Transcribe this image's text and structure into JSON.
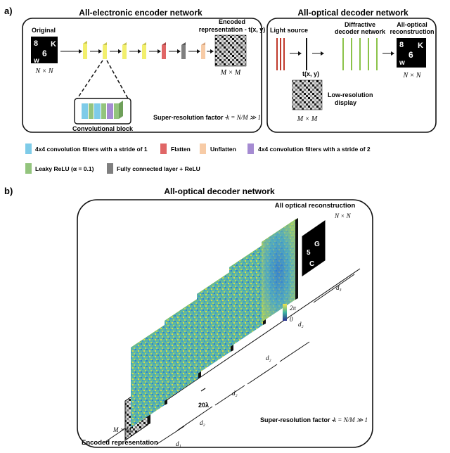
{
  "panel_a": {
    "label": "a)",
    "encoder": {
      "title": "All-electronic encoder network",
      "original_label": "Original",
      "original_dims": "N × N",
      "encoded_label_line1": "Encoded",
      "encoded_label_line2": "representation - t(x, y)",
      "encoded_dims": "M × M",
      "conv_block_label": "Convolutional block",
      "sr_factor_prefix": "Super-resolution factor - ",
      "sr_factor_formula": "k = N/M ≫ 1"
    },
    "decoder": {
      "title": "All-optical decoder network",
      "light_source_label": "Light source",
      "txy_label": "t(x, y)",
      "diffractive_label_line1": "Diffractive",
      "diffractive_label_line2": "decoder network",
      "reconstruction_label_line1": "All-optical",
      "reconstruction_label_line2": "reconstruction",
      "display_label_line1": "Low-resolution",
      "display_label_line2": "display",
      "display_dims": "M × M",
      "reconstruction_dims": "N × N"
    },
    "legend": [
      {
        "label": "4x4 convolution filters with a stride of 1",
        "color": "#7ecbe8"
      },
      {
        "label": "Flatten",
        "color": "#e06666"
      },
      {
        "label": "Unflatten",
        "color": "#f7cba6"
      },
      {
        "label": "4x4 convolution filters with a stride of 2",
        "color": "#a58bd2"
      },
      {
        "label": "Leaky ReLU (α = 0.1)",
        "color": "#93c47d"
      },
      {
        "label": "Fully connected layer + ReLU",
        "color": "#7f7f7f"
      }
    ],
    "layer_colors": {
      "conv": "#f2ef6e",
      "flatten": "#e06666",
      "fc": "#7f7f7f",
      "unflatten": "#f7cba6",
      "relu_line": "#93c47d",
      "light": "#c0392b",
      "diffractive": "#8bc34a"
    }
  },
  "panel_b": {
    "label": "b)",
    "title": "All-optical decoder network",
    "reconstruction_label": "All optical reconstruction",
    "reconstruction_dims": "N × N",
    "encoded_label": "Encoded representation",
    "encoded_dims": "M × M",
    "distances": [
      "d₁",
      "d₂",
      "d₂",
      "d₂",
      "d₂",
      "d₃"
    ],
    "pixel_label": "20λ",
    "colorbar_max": "2π",
    "colorbar_min": "0",
    "sr_factor_prefix": "Super-resolution factor - ",
    "sr_factor_formula": "k = N/M ≫ 1"
  }
}
